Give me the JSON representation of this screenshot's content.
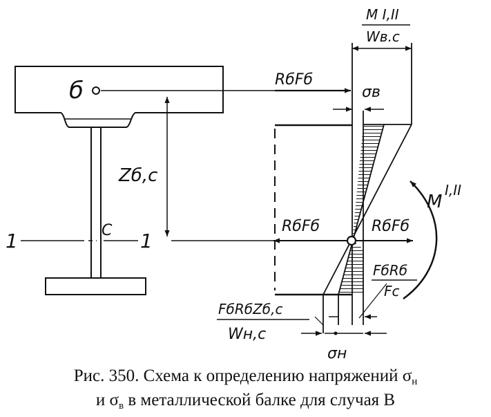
{
  "labels": {
    "point_b": "б",
    "point_c": "C",
    "axis_left": "1",
    "axis_right": "1",
    "z_dist": "Zб,c",
    "force_top": "RбFб",
    "force_mid_left": "RбFб",
    "force_mid_right": "RбFб",
    "sigma_top": "σв",
    "moment_top_num": "M I,II",
    "moment_top_den": "Wв.c",
    "moment_side": "M",
    "moment_side_sup": "I,II",
    "fr_over_f_num": "FбRб",
    "fr_over_f_den": "Fc",
    "bottom_expr_num": "FбRбZб,c",
    "bottom_expr_den": "Wн,c",
    "sigma_bottom": "σн"
  },
  "caption": {
    "line1_a": "Рис. 350. Схема к определению напряжений σ",
    "line1_sub": "н",
    "line2_a": "и σ",
    "line2_sub": "в",
    "line2_b": " в металлической балке для случая В"
  }
}
